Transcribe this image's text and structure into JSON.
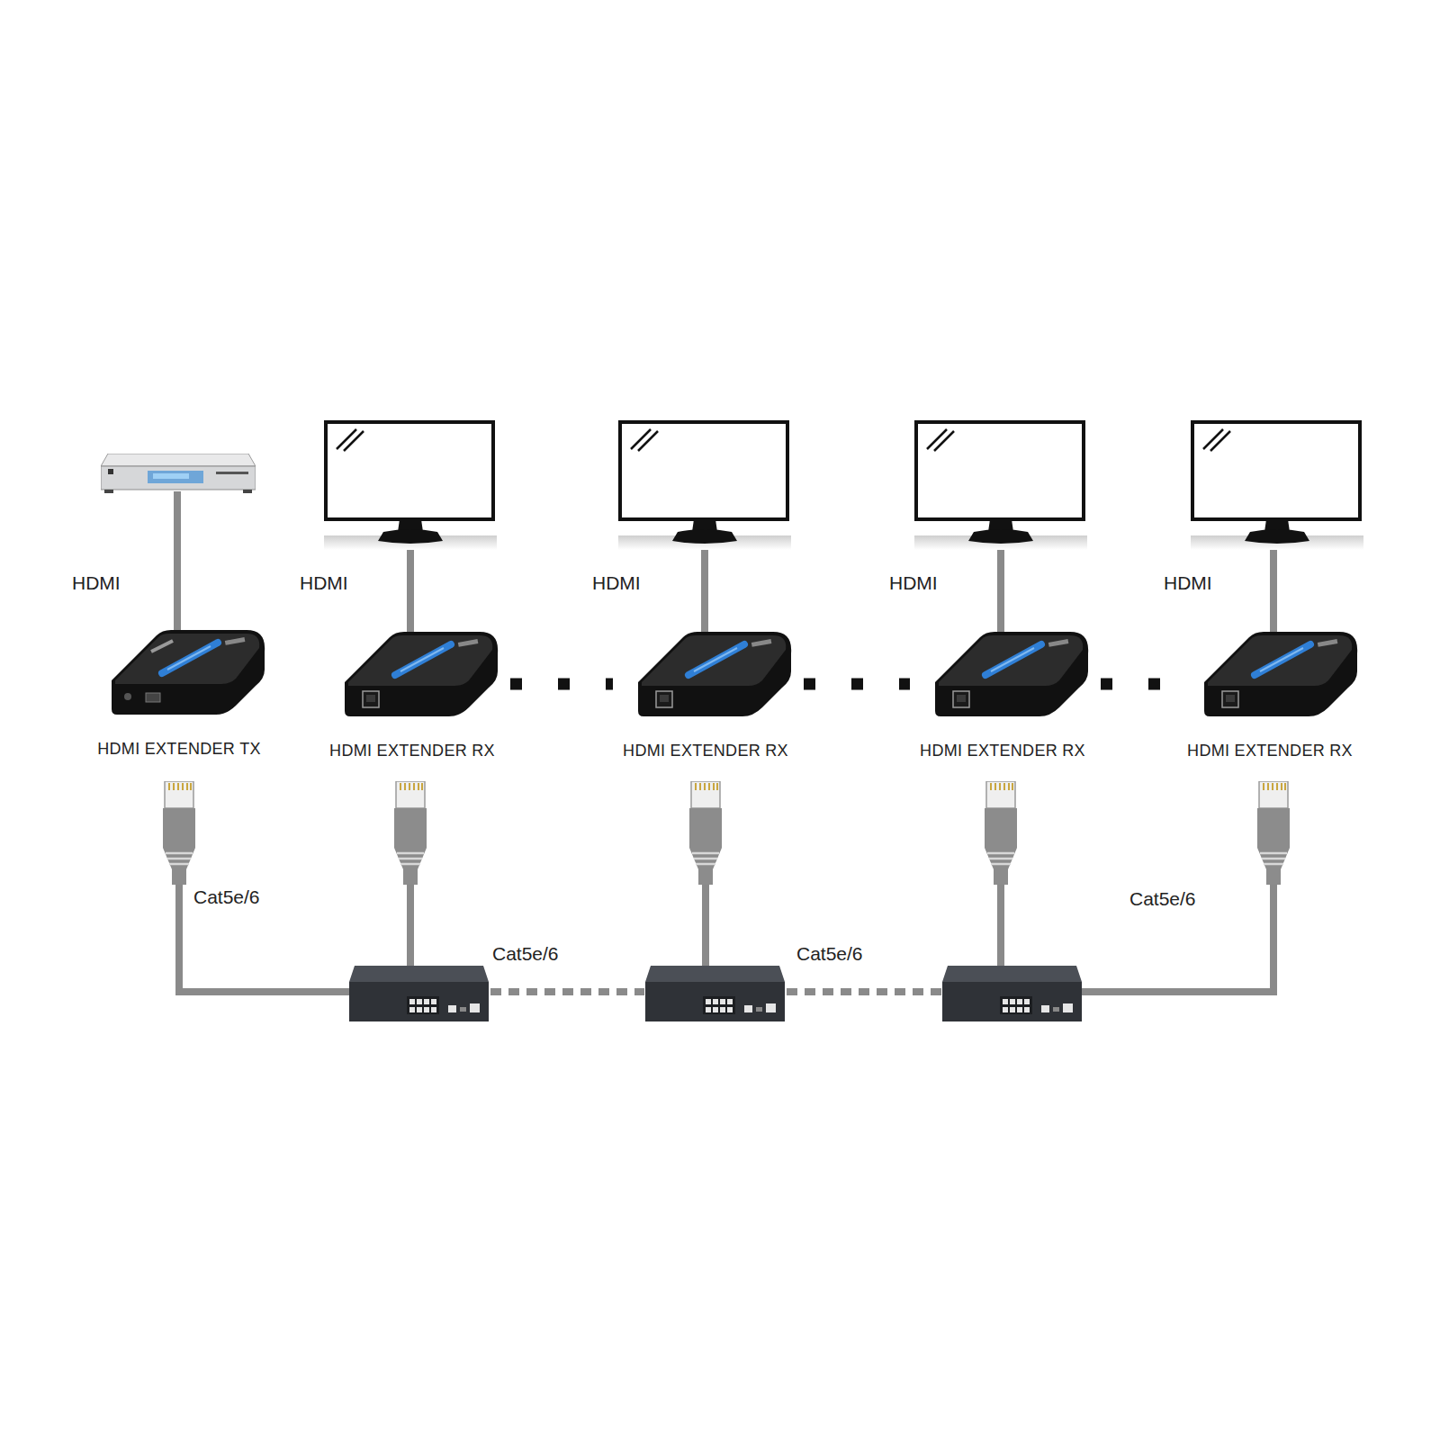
{
  "diagram": {
    "nodes": [
      {
        "text": [
          "HDMI EXTENDER TX"
        ]
      },
      {
        "text": [
          "HDMI EXTENDER RX"
        ]
      },
      {
        "text": [
          "HDMI EXTENDER RX"
        ]
      },
      {
        "text": [
          "HDMI EXTENDER RX"
        ]
      },
      {
        "text": [
          "HDMI EXTENDER RX"
        ]
      }
    ],
    "edges": [
      {
        "from": 1,
        "to": 2,
        "arrow": "none"
      },
      {
        "from": 2,
        "to": 3,
        "arrow": "none"
      },
      {
        "from": 3,
        "to": 4,
        "arrow": "none"
      }
    ],
    "labels": [
      "HDMI",
      "HDMI",
      "HDMI",
      "HDMI",
      "HDMI",
      "Cat5e/6",
      "Cat5e/6",
      "Cat5e/6",
      "Cat5e/6"
    ]
  }
}
